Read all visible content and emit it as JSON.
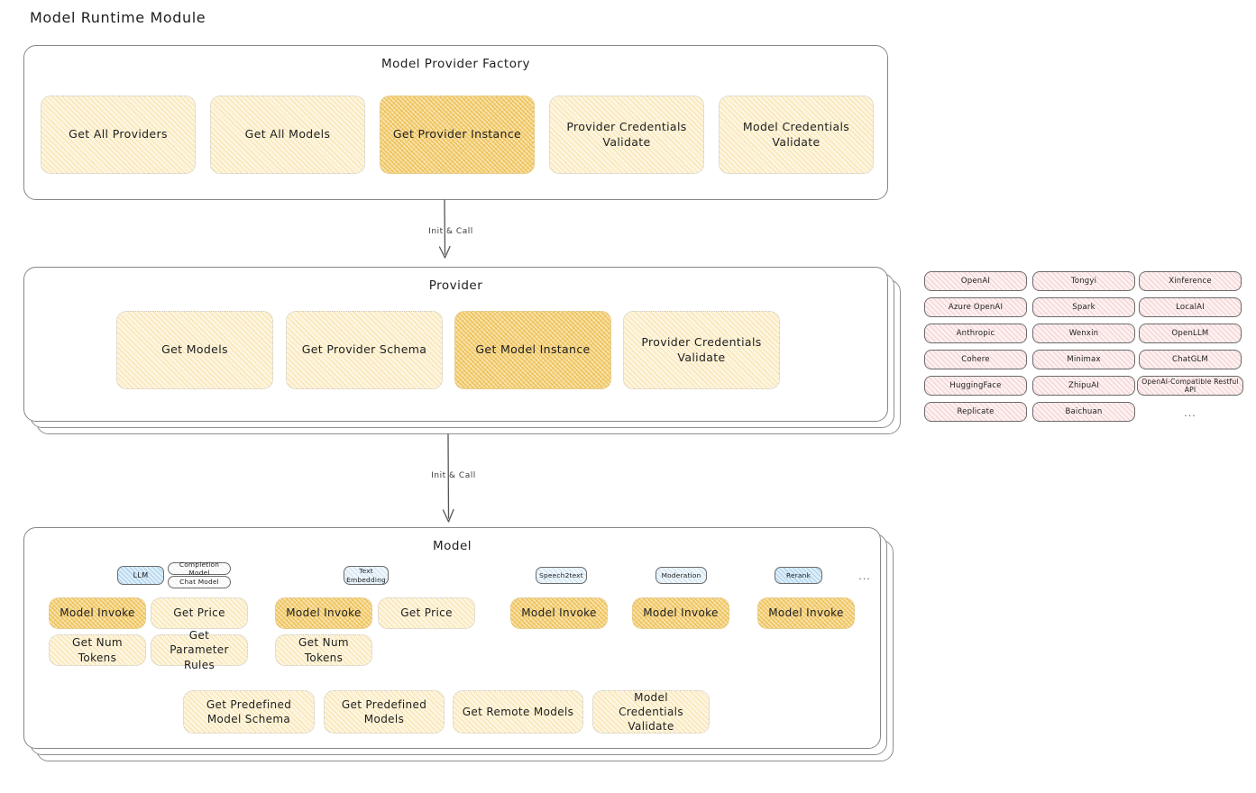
{
  "page": {
    "title": "Model Runtime Module"
  },
  "colors": {
    "node_fill": "#fdf5e0",
    "node_highlight_fill": "#f8e3ae",
    "provider_chip_fill": "#fdf0f0",
    "badge_fill": "#eef6fb",
    "stroke": "#868686",
    "text": "#1e1e1e"
  },
  "factory": {
    "title": "Model Provider Factory",
    "nodes": [
      {
        "label": "Get All Providers",
        "highlight": false
      },
      {
        "label": "Get All Models",
        "highlight": false
      },
      {
        "label": "Get Provider Instance",
        "highlight": true
      },
      {
        "label": "Provider Credentials Validate",
        "highlight": false
      },
      {
        "label": "Model Credentials Validate",
        "highlight": false
      }
    ]
  },
  "arrows": {
    "factory_to_provider": "Init & Call",
    "provider_to_model": "Init & Call"
  },
  "provider": {
    "title": "Provider",
    "nodes": [
      {
        "label": "Get Models",
        "highlight": false
      },
      {
        "label": "Get Provider Schema",
        "highlight": false
      },
      {
        "label": "Get Model Instance",
        "highlight": true
      },
      {
        "label": "Provider Credentials Validate",
        "highlight": false
      }
    ]
  },
  "provider_list": {
    "columns": [
      {
        "items": [
          "OpenAI",
          "Azure OpenAI",
          "Anthropic",
          "Cohere",
          "HuggingFace",
          "Replicate"
        ]
      },
      {
        "items": [
          "Tongyi",
          "Spark",
          "Wenxin",
          "Minimax",
          "ZhipuAI",
          "Baichuan"
        ]
      },
      {
        "items": [
          "Xinference",
          "LocalAI",
          "OpenLLM",
          "ChatGLM",
          "OpenAI-Compatible Restful API"
        ]
      }
    ],
    "more": "..."
  },
  "model": {
    "title": "Model",
    "more": "...",
    "types": [
      {
        "badge": "LLM",
        "badge_style": "strong",
        "sub_badges": [
          "Completion Model",
          "Chat Model"
        ],
        "methods": [
          {
            "label": "Model Invoke",
            "highlight": true
          },
          {
            "label": "Get Price",
            "highlight": false
          },
          {
            "label": "Get Num Tokens",
            "highlight": false
          },
          {
            "label": "Get Parameter Rules",
            "highlight": false
          }
        ]
      },
      {
        "badge": "Text Embedding",
        "badge_style": "normal",
        "sub_badges": [],
        "methods": [
          {
            "label": "Model Invoke",
            "highlight": true
          },
          {
            "label": "Get Price",
            "highlight": false
          },
          {
            "label": "Get Num Tokens",
            "highlight": false
          }
        ]
      },
      {
        "badge": "Speech2text",
        "badge_style": "normal",
        "sub_badges": [],
        "methods": [
          {
            "label": "Model Invoke",
            "highlight": true
          }
        ]
      },
      {
        "badge": "Moderation",
        "badge_style": "normal",
        "sub_badges": [],
        "methods": [
          {
            "label": "Model Invoke",
            "highlight": true
          }
        ]
      },
      {
        "badge": "Rerank",
        "badge_style": "strong",
        "sub_badges": [],
        "methods": [
          {
            "label": "Model Invoke",
            "highlight": true
          }
        ]
      }
    ],
    "common_methods": [
      {
        "label": "Get Predefined Model Schema",
        "highlight": false
      },
      {
        "label": "Get Predefined Models",
        "highlight": false
      },
      {
        "label": "Get Remote Models",
        "highlight": false
      },
      {
        "label": "Model Credentials Validate",
        "highlight": false
      }
    ]
  }
}
